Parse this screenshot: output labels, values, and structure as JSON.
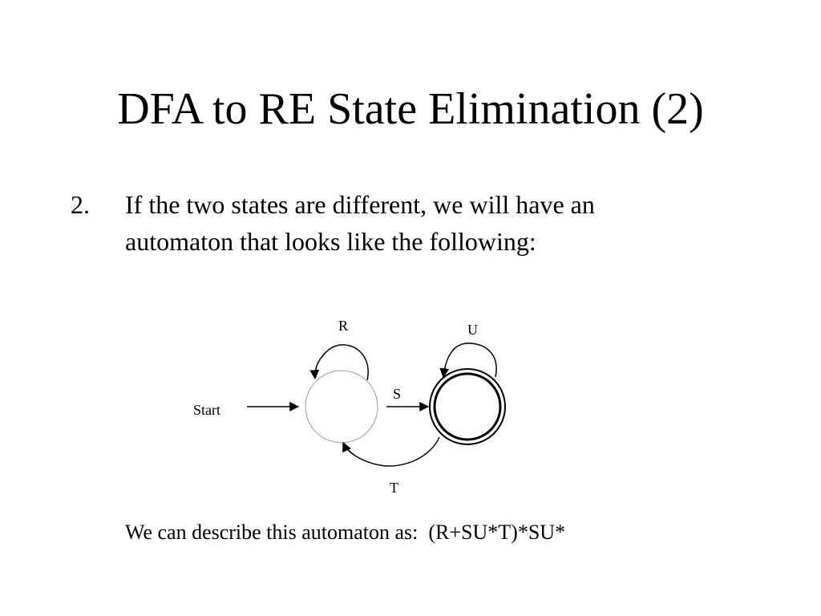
{
  "slide": {
    "title": "DFA to RE State Elimination (2)",
    "bullet": {
      "number": "2.",
      "text": "If the two states are different, we will have an automaton that looks like the following:"
    },
    "caption": "We can describe this automaton as:  (R+SU*T)*SU*"
  },
  "diagram": {
    "start_label": "Start",
    "labels": {
      "r": "R",
      "u": "U",
      "s": "S",
      "t": "T"
    }
  }
}
